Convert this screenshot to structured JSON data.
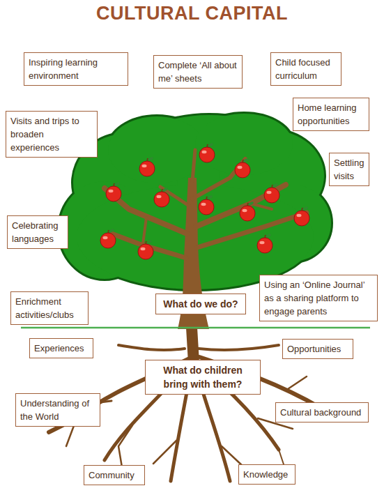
{
  "diagram": {
    "title": "CULTURAL CAPITAL",
    "nodes": [
      {
        "text": [
          "Inspiring learning environment"
        ]
      },
      {
        "text": [
          "Complete ‘All about me’ sheets"
        ]
      },
      {
        "text": [
          "Child focused curriculum"
        ]
      },
      {
        "text": [
          "Visits and trips to broaden experiences"
        ]
      },
      {
        "text": [
          "Home learning opportunities"
        ]
      },
      {
        "text": [
          "Settling visits"
        ]
      },
      {
        "text": [
          "Celebrating languages"
        ]
      },
      {
        "text": [
          "Enrichment activities/clubs"
        ]
      },
      {
        "text": [
          "What do we do?"
        ]
      },
      {
        "text": [
          "Using an ‘Online Journal’ as a sharing platform to engage parents"
        ]
      },
      {
        "text": [
          "Experiences"
        ]
      },
      {
        "text": [
          "Opportunities"
        ]
      },
      {
        "text": [
          "What do children bring with them?"
        ]
      },
      {
        "text": [
          "Understanding of the World"
        ]
      },
      {
        "text": [
          "Cultural background"
        ]
      },
      {
        "text": [
          "Community"
        ]
      },
      {
        "text": [
          "Knowledge"
        ]
      }
    ]
  }
}
